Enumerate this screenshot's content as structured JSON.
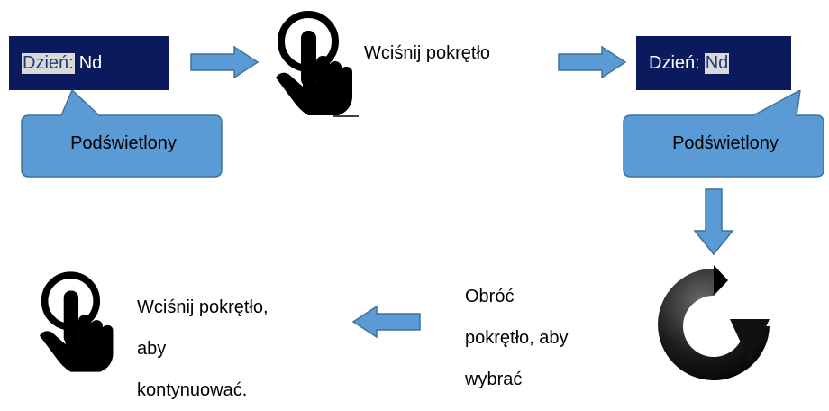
{
  "colors": {
    "display_bg": "#0a1a5c",
    "highlight_bg": "#d9d9d9",
    "callout_fill": "#5b9bd5",
    "callout_stroke": "#41719c",
    "arrow_fill": "#5b9bd5"
  },
  "step1": {
    "display": {
      "label": "Dzień:",
      "value": "Nd",
      "highlighted": "label"
    },
    "callout": "Podświetlony"
  },
  "step2": {
    "instruction": "Wciśnij pokrętło",
    "icon": "finger-press-icon"
  },
  "step3": {
    "display": {
      "label": "Dzień:",
      "value": "Nd",
      "highlighted": "value"
    },
    "callout": "Podświetlony"
  },
  "step4": {
    "instruction_lines": [
      "Obróć",
      "pokrętło, aby",
      "wybrać"
    ],
    "icon": "rotate-icon"
  },
  "step5": {
    "instruction_lines": [
      "Wciśnij pokrętło,",
      "aby",
      "kontynuować."
    ],
    "icon": "finger-press-icon"
  }
}
